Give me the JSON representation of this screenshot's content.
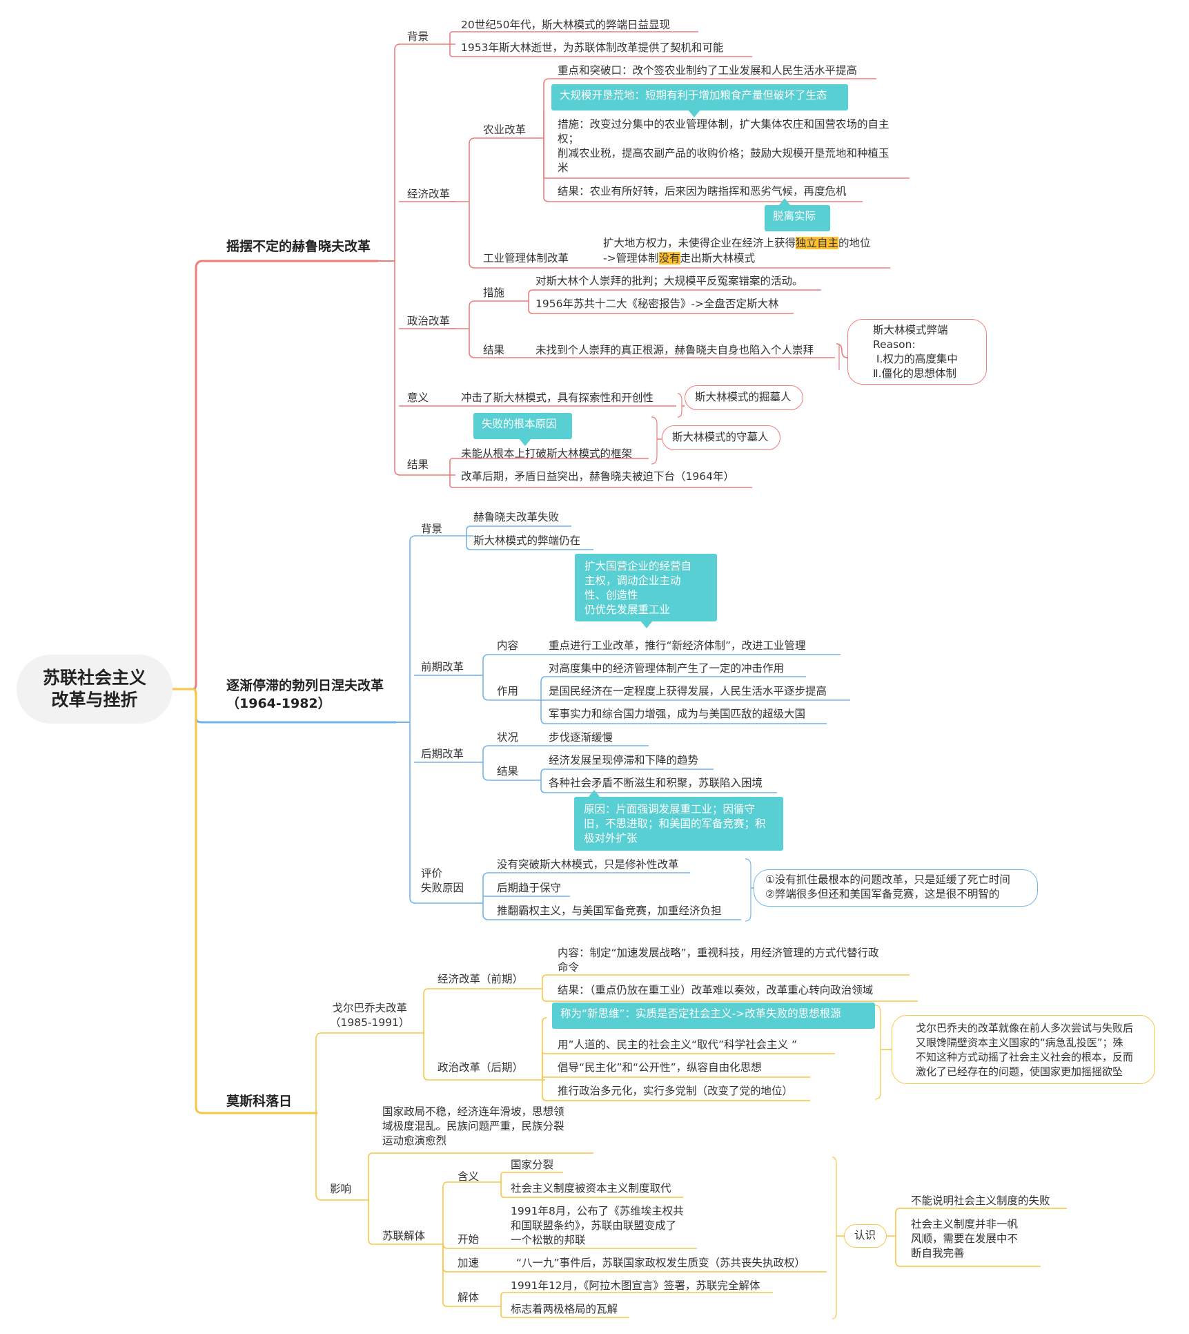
{
  "root": {
    "title": "苏联社会主义\n改革与挫折"
  },
  "colors": {
    "red_branch": "#f07c7c",
    "blue_branch": "#73b4e8",
    "yellow_branch": "#f7c646",
    "callout": "#58cfd2",
    "highlight": "#ffbf2b"
  },
  "s1": {
    "title": "摇摆不定的赫鲁晓夫改革",
    "bg": {
      "label": "背景",
      "items": [
        "20世纪50年代，斯大林模式的弊端日益显现",
        "1953年斯大林逝世，为苏联体制改革提供了契机和可能"
      ]
    },
    "econ": {
      "label": "经济改革",
      "agri": {
        "label": "农业改革",
        "focus": "重点和突破口：改个签农业制约了工业发展和人民生活水平提高",
        "callout": "大规模开垦荒地：短期有利于增加粮食产量但破坏了生态",
        "measures_line1": "措施：改变过分集中的农业管理体制，扩大集体农庄和国营农场的自主",
        "measures_line2": "权；",
        "measures_line3": "削减农业税，提高农副产品的收购价格；鼓励大规模开垦荒地和种植玉",
        "measures_line4": "米",
        "result": "结果：农业有所好转，后来因为瞎指挥和恶劣气候，再度危机",
        "callout2": "脱离实际"
      },
      "industry": {
        "label": "工业管理体制改革",
        "line1_a": "扩大地方权力，未使得企业在经济上获得",
        "line1_hl": "独立自主",
        "line1_b": "的地位",
        "line2_a": "->管理体制",
        "line2_hl": "没有",
        "line2_b": "走出斯大林模式"
      }
    },
    "pol": {
      "label": "政治改革",
      "measures_label": "措施",
      "measures": [
        "对斯大林个人崇拜的批判；大规模平反冤案错案的活动。",
        "1956年苏共十二大《秘密报告》->全盘否定斯大林"
      ],
      "result_label": "结果",
      "result": "未找到个人崇拜的真正根源，赫鲁晓夫自身也陷入个人崇拜",
      "bubble": "斯大林模式弊端\nReason:\n Ⅰ.权力的高度集中\nⅡ.僵化的思想体制"
    },
    "meaning": {
      "label": "意义",
      "text": "冲击了斯大林模式，具有探索性和开创性",
      "bubble": "斯大林模式的掘墓人"
    },
    "result": {
      "label": "结果",
      "callout": "失败的根本原因",
      "items": [
        "未能从根本上打破斯大林模式的框架",
        "改革后期，矛盾日益突出，赫鲁晓夫被迫下台（1964年）"
      ],
      "bubble": "斯大林模式的守墓人"
    }
  },
  "s2": {
    "title_line1": "逐渐停滞的勃列日涅夫改革",
    "title_line2": "（1964-1982）",
    "bg": {
      "label": "背景",
      "items": [
        "赫鲁晓夫改革失败",
        "斯大林模式的弊端仍在"
      ]
    },
    "early": {
      "label": "前期改革",
      "callout": "扩大国营企业的经营自\n主权，调动企业主动\n性、创造性\n仍优先发展重工业",
      "content_label": "内容",
      "content": "重点进行工业改革，推行“新经济体制”，改进工业管理",
      "effect_label": "作用",
      "effects": [
        "对高度集中的经济管理体制产生了一定的冲击作用",
        "是国民经济在一定程度上获得发展，人民生活水平逐步提高",
        "军事实力和综合国力增强，成为与美国匹敌的超级大国"
      ]
    },
    "late": {
      "label": "后期改革",
      "status_label": "状况",
      "status": "步伐逐渐缓慢",
      "result_label": "结果",
      "results": [
        "经济发展呈现停滞和下降的趋势",
        "各种社会矛盾不断滋生和积聚，苏联陷入困境"
      ],
      "callout": "原因：片面强调发展重工业；因循守\n旧，不思进取；和美国的军备竞赛；积\n极对外扩张"
    },
    "eval": {
      "label_line1": "评价",
      "label_line2": "失败原因",
      "items": [
        "没有突破斯大林模式，只是修补性改革",
        "后期趋于保守",
        "推翻霸权主义，与美国军备竞赛，加重经济负担"
      ],
      "bubble": "①没有抓住最根本的问题改革，只是延缓了死亡时间\n②弊端很多但还和美国军备竞赛，这是很不明智的"
    }
  },
  "s3": {
    "title": "莫斯科落日",
    "gorb": {
      "label": "戈尔巴乔夫改革\n（1985-1991）",
      "econ_label": "经济改革（前期）",
      "econ_content": "内容：制定“加速发展战略”，重视科技，用经济管理的方式代替行政\n命令",
      "econ_result": "结果：（重点仍放在重工业）改革难以奏效，改革重心转向政治领域",
      "pol_label": "政治改革（后期）",
      "pol_callout": "称为“新思维”：实质是否定社会主义->改革失败的思想根源",
      "pol_items": [
        "用”人道的、民主的社会主义“取代”科学社会主义 ”",
        "倡导“民主化”和“公开性”，纵容自由化思想",
        "推行政治多元化，实行多党制（改变了党的地位）"
      ],
      "bubble": "戈尔巴乔夫的改革就像在前人多次尝试与失败后\n又眼馋隔壁资本主义国家的“病急乱投医”；殊\n不知这种方式动摇了社会主义社会的根本，反而\n激化了已经存在的问题，使国家更加摇摇欲坠"
    },
    "impact": {
      "label": "影响",
      "collapse_label": "苏联解体",
      "collapse_desc": "国家政局不稳，经济连年滑坡，思想领\n域极度混乱。民族问题严重，民族分裂\n运动愈演愈烈",
      "meaning_label": "含义",
      "meaning": [
        "国家分裂",
        "社会主义制度被资本主义制度取代"
      ],
      "start_label": "开始",
      "start": "1991年8月，公布了《苏维埃主权共\n和国联盟条约》，苏联由联盟变成了\n一个松散的邦联",
      "speed_label": "加速",
      "speed": "“八一九”事件后，苏联国家政权发生质变（苏共丧失执政权）",
      "dissolve_label": "解体",
      "dissolve": [
        "1991年12月，《阿拉木图宣言》签署，苏联完全解体",
        "标志着两极格局的瓦解"
      ],
      "insight_label": "认识",
      "insights": [
        "不能说明社会主义制度的失败",
        "社会主义制度并非一帆\n风顺，需要在发展中不\n断自我完善"
      ]
    }
  }
}
